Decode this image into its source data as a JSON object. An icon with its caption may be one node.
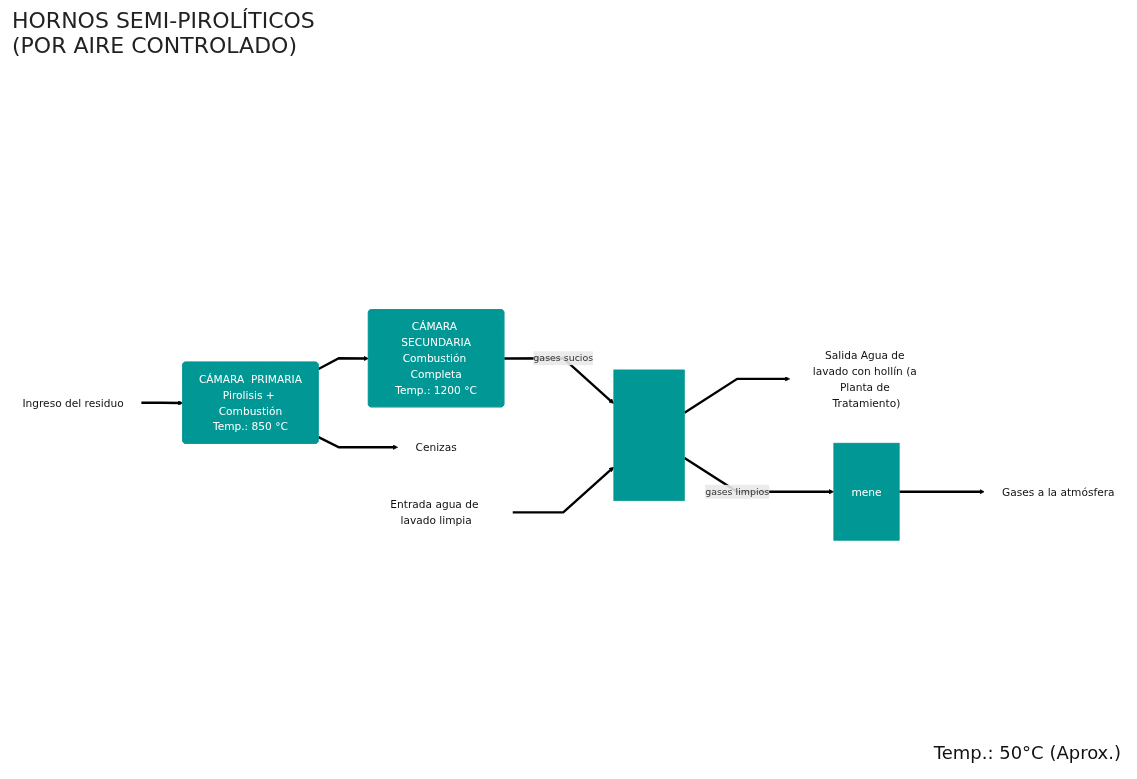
{
  "diagram": {
    "title": "HORNOS SEMI-PIROLÍTICOS (POR AIRE CONTROLADO)",
    "nodes": [
      {
        "text": [
          "Ingreso del residuo"
        ]
      },
      {
        "text": [
          "CÁMARA  PRIMARIA",
          "Pirolisis + Combustión",
          "Temp.: 850 °C"
        ]
      },
      {
        "text": [
          "CÁMARA SECUNDARIA",
          "Combustión Completa",
          "Temp.: 1200 °C"
        ]
      },
      {
        "text": [
          "Cenizas"
        ]
      },
      {
        "text": [
          "Entrada agua de lavado limpia"
        ]
      },
      {
        "text": [],
        "shape": "box"
      },
      {
        "text": [
          "Salida Agua de lavado con hollín (a Planta de Tratamiento)"
        ]
      },
      {
        "text": [
          "mene"
        ]
      },
      {
        "text": [
          "Gases a la atmósfera"
        ]
      }
    ],
    "edges": [
      {
        "from": 0,
        "to": 1,
        "arrow": "to"
      },
      {
        "from": 1,
        "to": 2,
        "arrow": "to"
      },
      {
        "from": 1,
        "to": 3,
        "arrow": "to"
      },
      {
        "from": 2,
        "to": 5,
        "arrow": "to",
        "label": "gases sucios"
      },
      {
        "from": 4,
        "to": 5,
        "arrow": "to"
      },
      {
        "from": 5,
        "to": 7,
        "arrow": "to",
        "label": "gases limpios"
      },
      {
        "from": 5,
        "to": 6,
        "arrow": "to"
      },
      {
        "from": 7,
        "to": 8,
        "arrow": "to"
      }
    ],
    "labels": [
      "Temp.: 50°C (Aprox.)"
    ]
  }
}
